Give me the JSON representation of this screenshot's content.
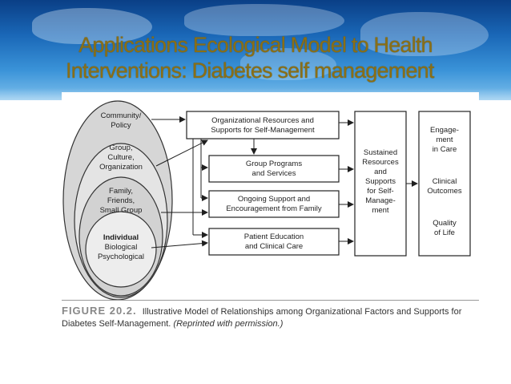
{
  "title": {
    "line1": "Applications Ecological Model to Health",
    "line2": "Interventions: Diabetes self management"
  },
  "diagram": {
    "levels": {
      "community": [
        "Community/",
        "Policy"
      ],
      "group": [
        "Group,",
        "Culture,",
        "Organization"
      ],
      "family": [
        "Family,",
        "Friends,",
        "Small Group"
      ],
      "individual": [
        "Individual",
        "Biological",
        "Psychological"
      ]
    },
    "boxes": {
      "organizational": [
        "Organizational Resources and",
        "Supports for Self-Management"
      ],
      "group_programs": [
        "Group Programs",
        "and Services"
      ],
      "ongoing_support": [
        "Ongoing Support and",
        "Encouragement from Family"
      ],
      "patient_education": [
        "Patient Education",
        "and Clinical Care"
      ],
      "sustained": [
        "Sustained",
        "Resources",
        "and",
        "Supports",
        "for Self-",
        "Manage-",
        "ment"
      ],
      "outcomes": [
        "Engage-",
        "ment",
        "in Care",
        "Clinical",
        "Outcomes",
        "Quality",
        "of Life"
      ]
    }
  },
  "caption": {
    "figure_label": "FIGURE 20.2.",
    "text": "Illustrative Model of Relationships among Organizational Factors and Supports for Diabetes Self-Management.",
    "italic": "(Reprinted with permission.)"
  }
}
